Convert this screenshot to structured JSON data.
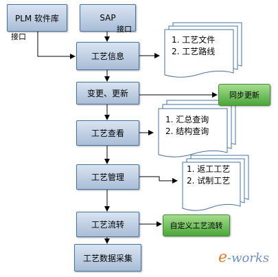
{
  "boxes": {
    "plm": "PLM 软件库",
    "sap": "SAP",
    "info": "工艺信息",
    "change": "变更、更新",
    "view": "工艺查看",
    "manage": "工艺管理",
    "flow": "工艺流转",
    "collect": "工艺数据采集"
  },
  "labels": {
    "plm_interface": "接口",
    "sap_interface": "接口"
  },
  "docs": {
    "doc1": [
      "1.  工艺文件",
      "2.  工艺路线"
    ],
    "doc2": [
      "1.  汇总查询",
      "2.  结构查询"
    ],
    "doc3": [
      "1.  返工工艺",
      "2.  试制工艺"
    ]
  },
  "green": {
    "sync": "同步更新",
    "custom": "自定义工艺流转"
  },
  "watermark": "e-works",
  "colors": {
    "box_fill": "#a9bdd6",
    "box_border": "#46709e",
    "green_fill": "#4ca63a",
    "line": "#000000"
  }
}
